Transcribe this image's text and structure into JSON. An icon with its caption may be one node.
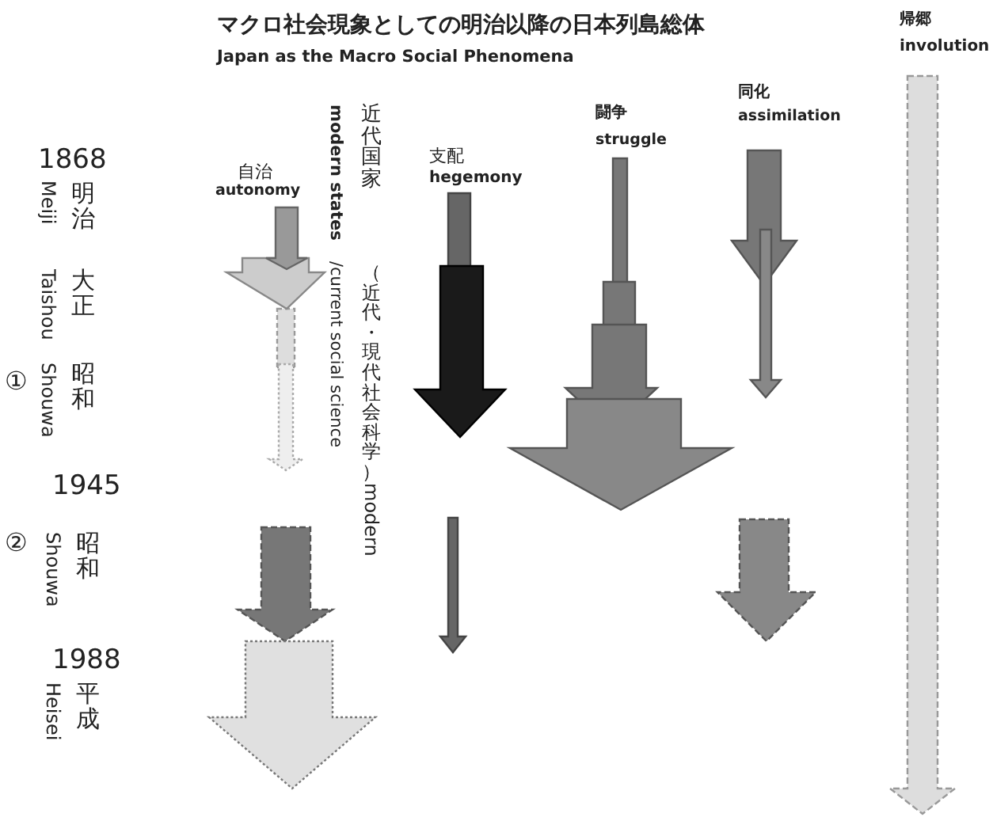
{
  "diagram": {
    "title": "マクロ社会現象としての明治以降の日本列島総体",
    "labels": [
      "Japan as the Macro Social Phenomena",
      "帰郷",
      "involution",
      "近代国家",
      "modern states",
      "同化",
      "assimilation",
      "闘争",
      "struggle",
      "1868",
      "自治",
      "autonomy",
      "支配",
      "hegemony",
      "明治",
      "Meiji",
      "大正",
      "Taishou",
      "①",
      "昭和",
      "Shouwa",
      "（近代・現代社会科学）modern",
      "/current social science",
      "1945",
      "②",
      "昭和",
      "Shouwa",
      "1988",
      "平成",
      "Heisei"
    ]
  }
}
